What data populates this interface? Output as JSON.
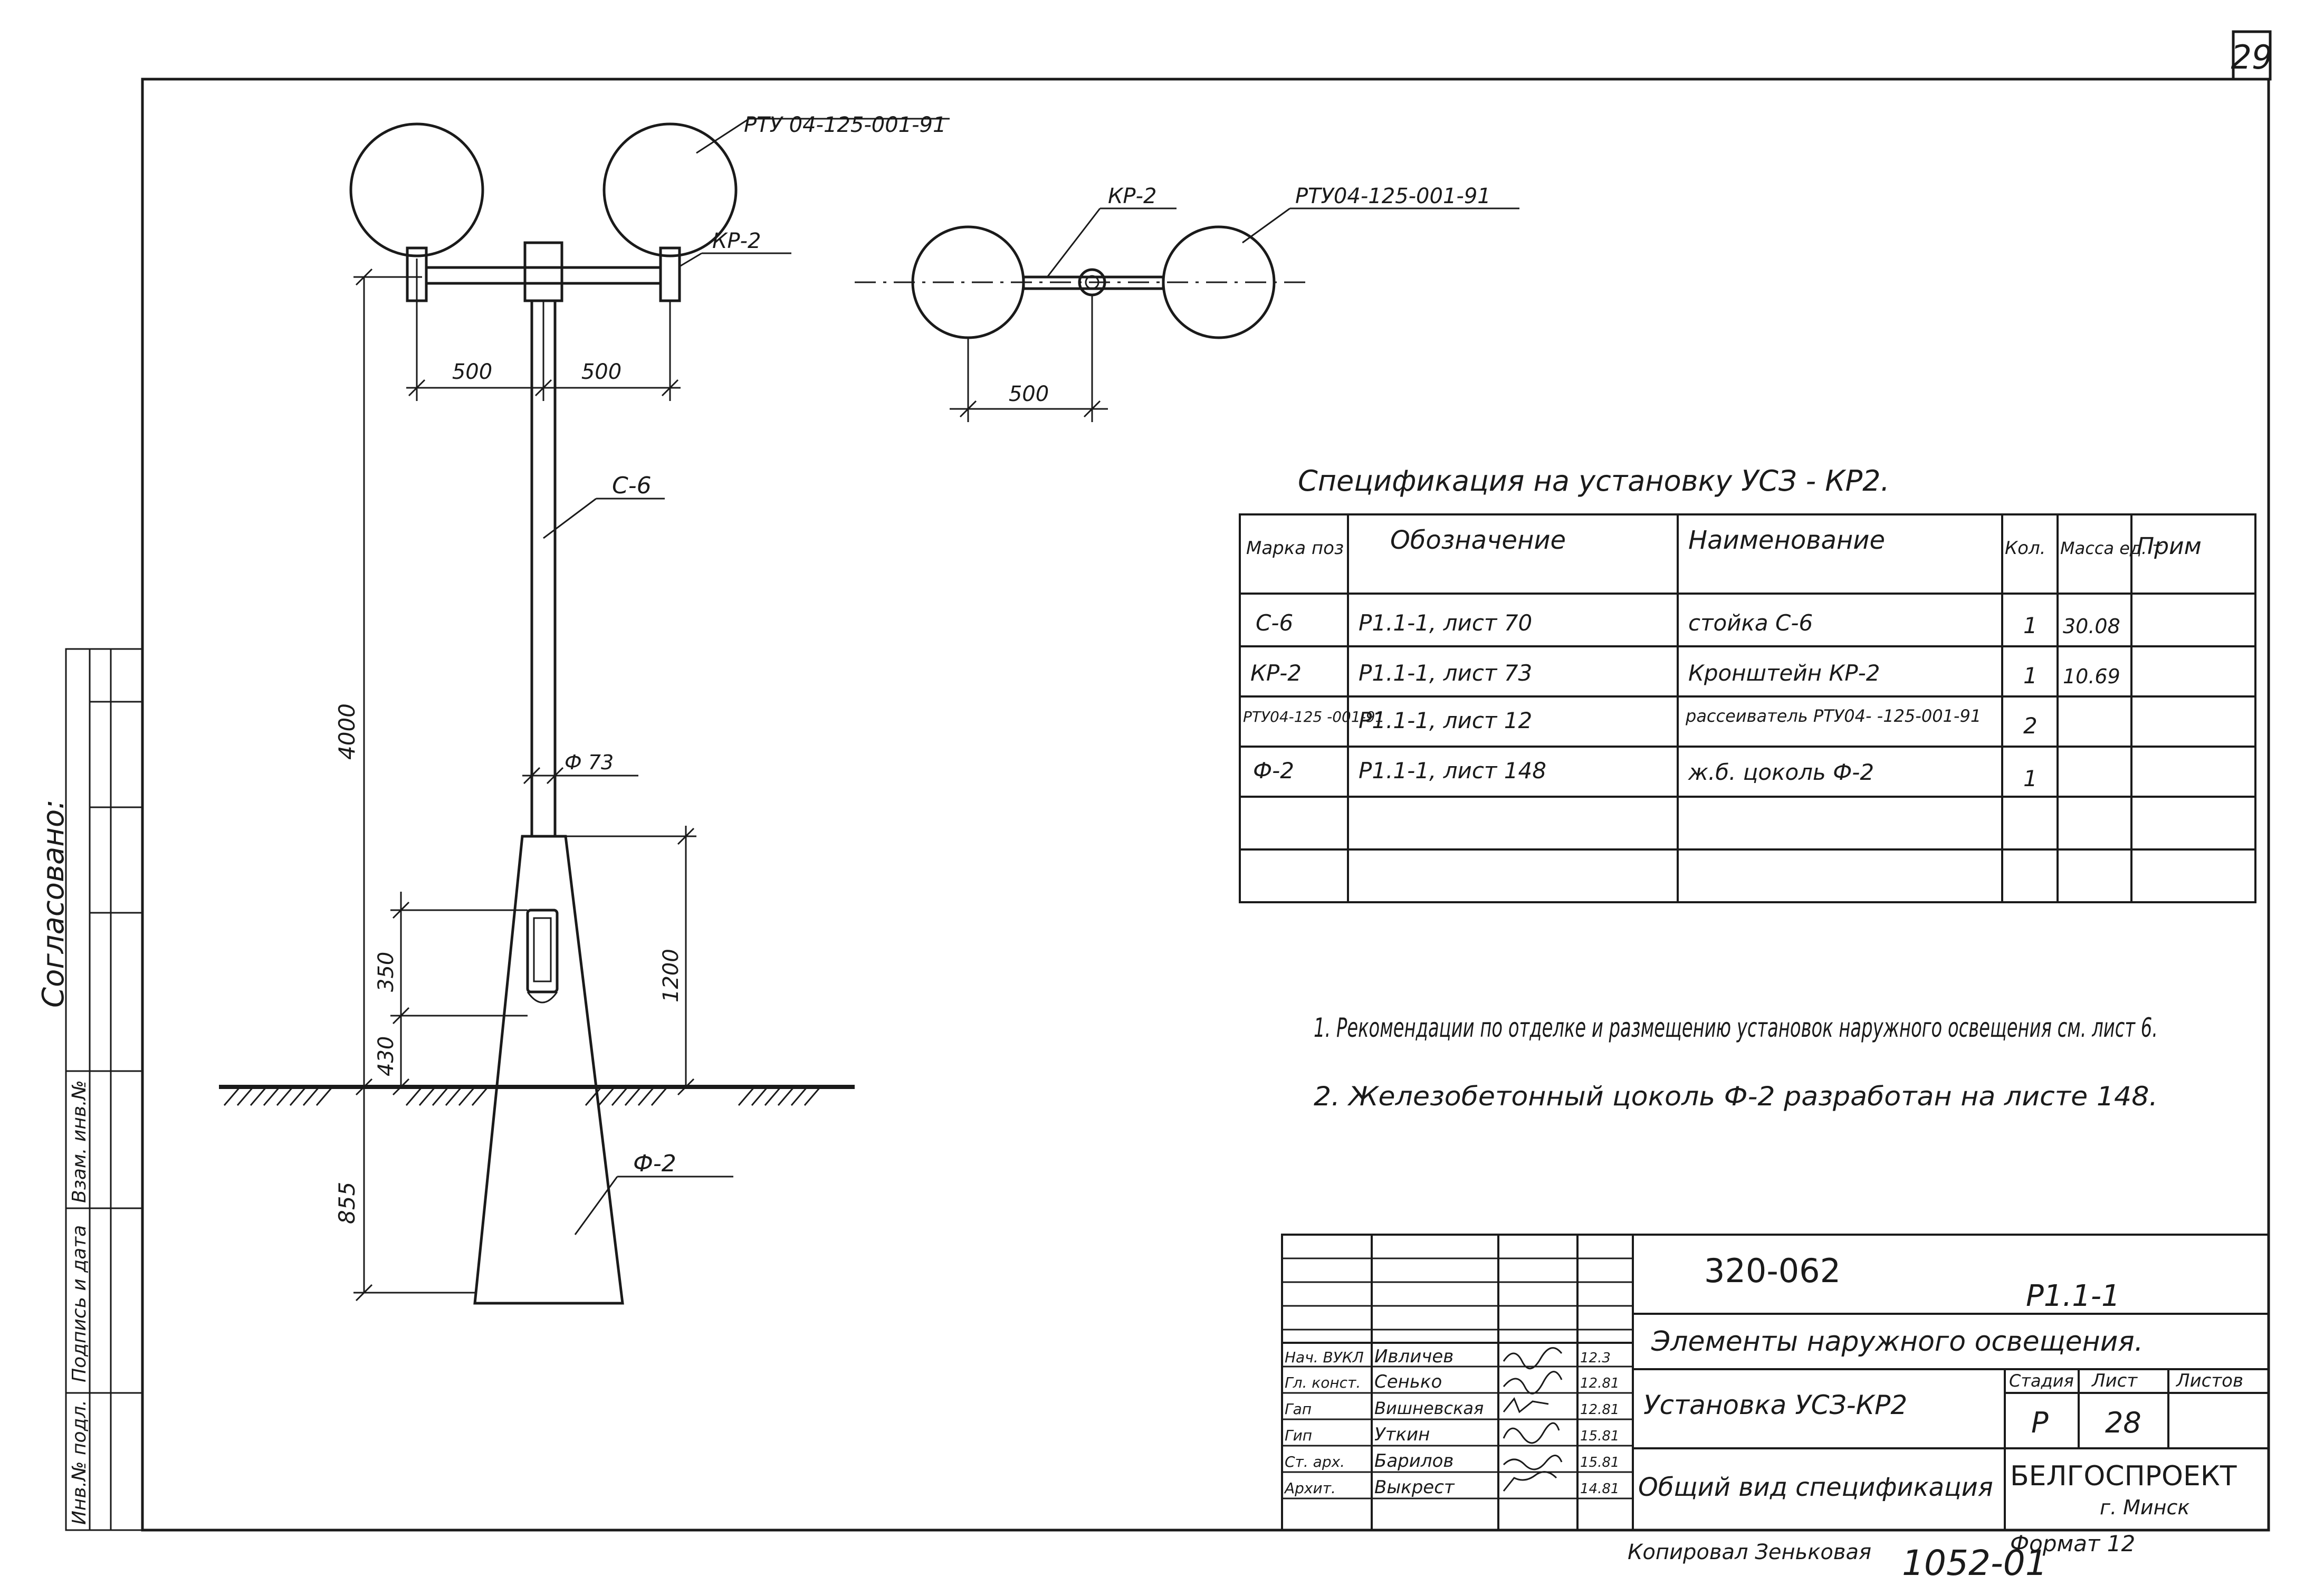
{
  "sheet": {
    "number": "29",
    "footer_copied": "Копировал Зеньковая",
    "footer_number": "1052-01",
    "footer_format": "Формат 12"
  },
  "side_stamp": {
    "agreed": "Согласовано:",
    "labels": [
      "Инв.№ подл.",
      "Подпись и дата",
      "Взам. инв.№"
    ]
  },
  "elevation": {
    "lamp_callout": "РТУ 04-125-001-91",
    "bracket_callout": "КР-2",
    "post_callout": "С-6",
    "base_callout": "Ф-2",
    "dim_left_arm": "500",
    "dim_right_arm": "500",
    "dim_height": "4000",
    "dim_diameter": "Ф 73",
    "dim_1200": "1200",
    "dim_350": "350",
    "dim_430": "430",
    "dim_855": "855"
  },
  "plan_view": {
    "bracket_callout": "КР-2",
    "lamp_callout": "РТУ04-125-001-91",
    "dim_arm": "500"
  },
  "spec": {
    "title": "Спецификация на установку УСЗ - КР2.",
    "headers": [
      "Марка поз",
      "Обозначение",
      "Наименование",
      "Кол.",
      "Масса ед. т",
      "Прим"
    ],
    "rows": [
      [
        "С-6",
        "Р1.1-1, лист 70",
        "стойка С-6",
        "1",
        "30.08",
        ""
      ],
      [
        "КР-2",
        "Р1.1-1, лист 73",
        "Кронштейн КР-2",
        "1",
        "10.69",
        ""
      ],
      [
        "РТУ04-125 -001-91",
        "Р1.1-1, лист 12",
        "рассеиватель РТУ04- -125-001-91",
        "2",
        "",
        ""
      ],
      [
        "Ф-2",
        "Р1.1-1, лист 148",
        "ж.б. цоколь Ф-2",
        "1",
        "",
        ""
      ],
      [
        "",
        "",
        "",
        "",
        "",
        ""
      ],
      [
        "",
        "",
        "",
        "",
        "",
        ""
      ]
    ]
  },
  "notes": [
    "1. Рекомендации по отделке и размещению установок наружного освещения см. лист 6.",
    "2. Железобетонный цоколь Ф-2 разработан на листе 148."
  ],
  "title_block": {
    "project_code": "320-062",
    "doc_code": "Р1.1-1",
    "section_title": "Элементы наружного освещения.",
    "drawing_title": "Установка УСЗ-КР2",
    "sheet_title": "Общий вид спецификация",
    "stage_label": "Стадия",
    "sheet_label": "Лист",
    "sheets_label": "Листов",
    "stage": "Р",
    "sheet": "28",
    "organization": "БЕЛГОСПРОЕКТ",
    "city": "г. Минск",
    "staff": [
      {
        "role": "Нач. ВУКЛ",
        "name": "Ивличев",
        "date": "12.3"
      },
      {
        "role": "Гл. конст.",
        "name": "Сенько",
        "date": "12.81"
      },
      {
        "role": "Гап",
        "name": "Вишневская",
        "date": "12.81"
      },
      {
        "role": "Гип",
        "name": "Уткин",
        "date": "15.81"
      },
      {
        "role": "Ст. арх.",
        "name": "Барилов",
        "date": "15.81"
      },
      {
        "role": "Архит.",
        "name": "Выкрест",
        "date": "14.81"
      }
    ]
  }
}
